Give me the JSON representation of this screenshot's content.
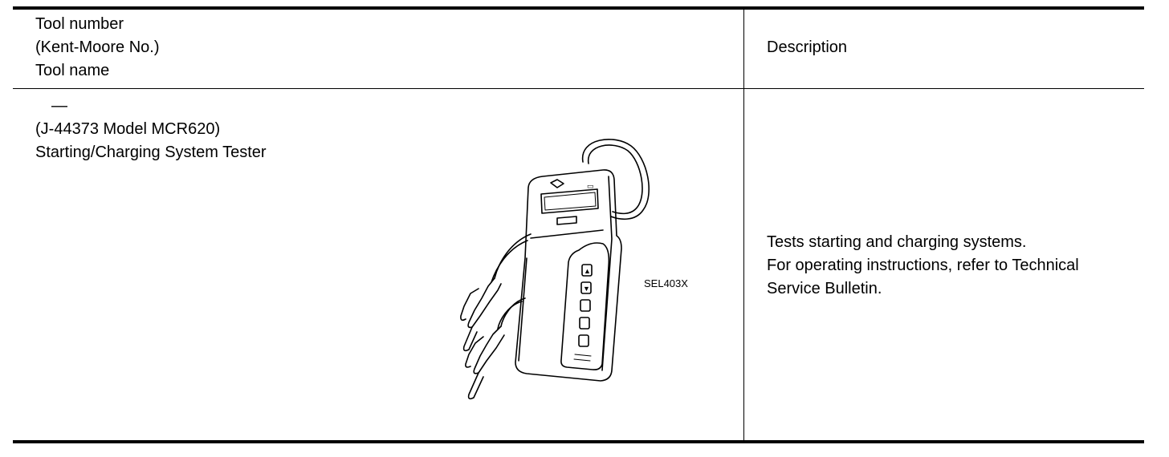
{
  "header": {
    "tool_col_lines": [
      "Tool number",
      "(Kent-Moore No.)",
      "Tool name"
    ],
    "desc_col": "Description"
  },
  "rows": [
    {
      "tool_number": "—",
      "kent_moore": "(J-44373 Model MCR620)",
      "tool_name": "Starting/Charging System Tester",
      "figure_code": "SEL403X",
      "figure_icon": "battery-tester-illustration",
      "description_lines": [
        "Tests starting and charging systems.",
        "For operating instructions, refer to Technical",
        "Service Bulletin."
      ]
    }
  ]
}
